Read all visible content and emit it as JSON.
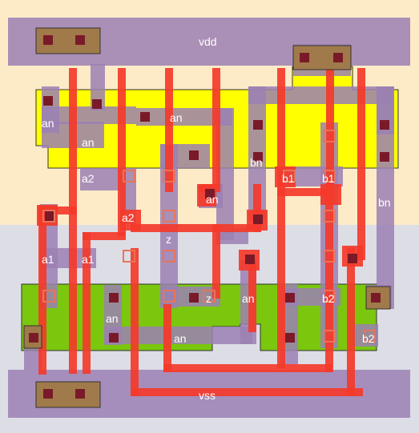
{
  "colors": {
    "nwell": "#fdebc8",
    "pwell": "#dddde6",
    "pdiff": "#ffff00",
    "ndiff": "#7ac70e",
    "metal1": "#9b80b3",
    "poly": "#f43a2a",
    "contact": "#7a1a28",
    "via": "#e8745a",
    "diffcontact": "#a07a4a"
  },
  "labels": {
    "vdd": "vdd",
    "vss": "vss",
    "an_pdiff_left": "an",
    "an_pdiff_mid": "an",
    "an_metal_left": "an",
    "an_metal_center": "an",
    "an_ndiff_mid": "an",
    "an_ndiff_left": "an",
    "an_ndiff_bottom": "an",
    "bn_pdiff": "bn",
    "bn_right": "bn",
    "a2_upper": "a2",
    "a2_lower": "a2",
    "a1_left": "a1",
    "a1_right": "a1",
    "z_mid": "z",
    "z_low": "z",
    "b1_left": "b1",
    "b1_right": "b1",
    "b2_upper": "b2",
    "b2_lower": "b2"
  }
}
